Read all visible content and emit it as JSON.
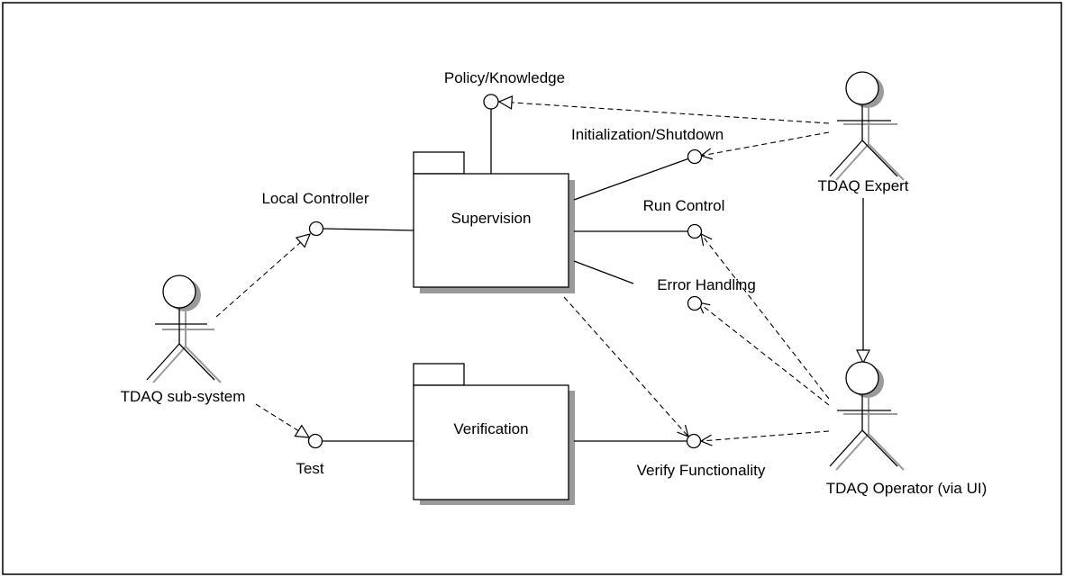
{
  "packages": {
    "supervision": "Supervision",
    "verification": "Verification"
  },
  "actors": {
    "subsystem": "TDAQ sub-system",
    "expert": "TDAQ Expert",
    "operator": "TDAQ Operator (via UI)"
  },
  "interfaces": {
    "policy": "Policy/Knowledge",
    "init": "Initialization/Shutdown",
    "local": "Local Controller",
    "run": "Run Control",
    "error": "Error Handling",
    "test": "Test",
    "verify": "Verify Functionality"
  }
}
